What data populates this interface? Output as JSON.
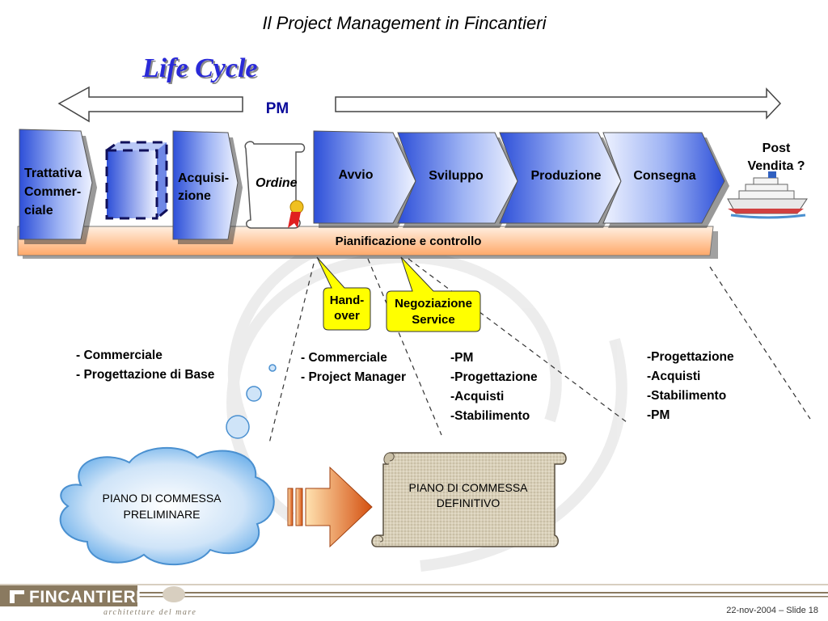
{
  "slide": {
    "title": "Il Project Management in Fincantieri",
    "lifecycle_heading": "Life Cycle",
    "pm_label": "PM",
    "phases": {
      "trattativa": [
        "Trattativa",
        "Commer-",
        "ciale"
      ],
      "acquisizione": [
        "Acquisi-",
        "zione"
      ],
      "ordine": "Ordine",
      "avvio": "Avvio",
      "sviluppo": "Sviluppo",
      "produzione": "Produzione",
      "consegna": "Consegna"
    },
    "post_vendita": [
      "Post",
      "Vendita ?"
    ],
    "pianificazione": "Pianificazione e controllo",
    "callouts": {
      "handover": [
        "Hand-",
        "over"
      ],
      "negoziazione": [
        "Negoziazione",
        "Service"
      ]
    },
    "lists": {
      "list1": [
        "- Commerciale",
        "- Progettazione di Base"
      ],
      "list2": [
        "- Commerciale",
        "- Project Manager"
      ],
      "list3": [
        "-PM",
        "-Progettazione",
        "-Acquisti",
        "-Stabilimento"
      ],
      "list4": [
        "-Progettazione",
        "-Acquisti",
        "-Stabilimento",
        "-PM"
      ]
    },
    "piano_preliminare": [
      "PIANO DI COMMESSA",
      "PRELIMINARE"
    ],
    "piano_definitivo": [
      "PIANO DI COMMESSA",
      "DEFINITIVO"
    ],
    "footer": {
      "logo": "FINCANTIERI",
      "tagline": "architetture del mare",
      "date_slide": "22-nov-2004 – Slide 18"
    },
    "colors": {
      "chevron_dark": "#3050d8",
      "chevron_light": "#e8eeff",
      "band": "#ffb57a",
      "callout_fill": "#ffff00",
      "cloud": "#6aaee8",
      "arrow": "#e06010",
      "scroll": "#d9d0bc",
      "footer_bar": "#8a7a60"
    },
    "icons": [
      "double-arrow-icon",
      "cube-icon",
      "scroll-certificate-icon",
      "ship-icon",
      "block-arrow-icon",
      "fincantieri-logo-icon"
    ]
  }
}
